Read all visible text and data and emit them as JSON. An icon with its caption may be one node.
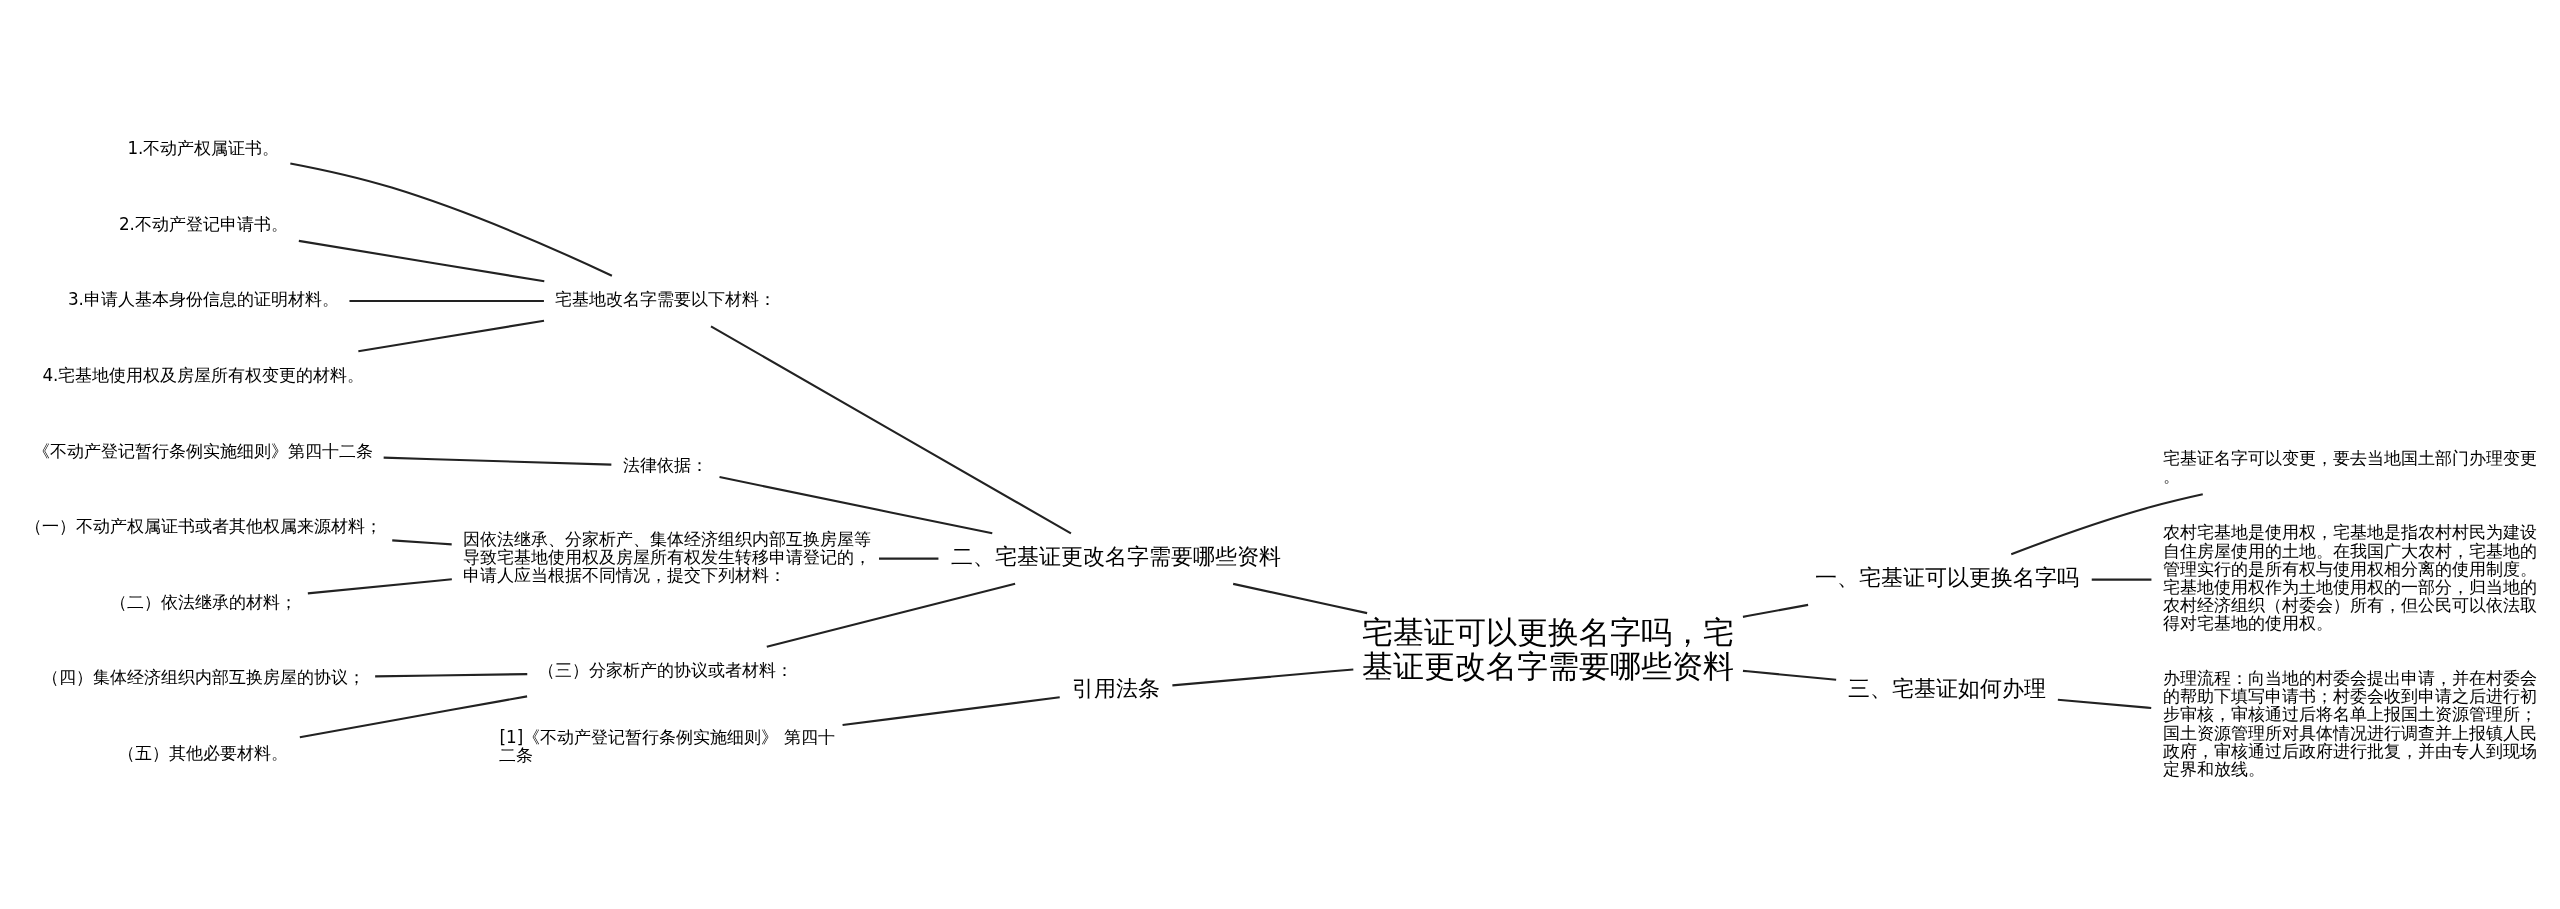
{
  "diagram": {
    "nodes": [
      {
        "text": [
          "宅基证可以更换名字吗，宅基证更改名字需要哪些资料"
        ]
      },
      {
        "text": [
          "二、宅基证更改名字需要哪些资料"
        ]
      },
      {
        "text": [
          "宅基地改名字需要以下材料："
        ]
      },
      {
        "text": [
          "1.不动产权属证书。"
        ]
      },
      {
        "text": [
          "2.不动产登记申请书。"
        ]
      },
      {
        "text": [
          "3.申请人基本身份信息的证明材料。"
        ]
      },
      {
        "text": [
          "4.宅基地使用权及房屋所有权变更的材料。"
        ]
      },
      {
        "text": [
          "法律依据："
        ]
      },
      {
        "text": [
          "《不动产登记暂行条例实施细则》第四十二条"
        ]
      },
      {
        "text": [
          "因依法继承、分家析产、集体经济组织内部互换房屋等导致宅基地使用权及房屋所有权发生转移申请登记的，申请人应当根据不同情况，提交下列材料："
        ]
      },
      {
        "text": [
          "（一）不动产权属证书或者其他权属来源材料；"
        ]
      },
      {
        "text": [
          "（二）依法继承的材料；"
        ]
      },
      {
        "text": [
          "（三）分家析产的协议或者材料："
        ]
      },
      {
        "text": [
          "（四）集体经济组织内部互换房屋的协议；"
        ]
      },
      {
        "text": [
          "（五）其他必要材料。"
        ]
      },
      {
        "text": [
          "引用法条"
        ]
      },
      {
        "text": [
          "[1]《不动产登记暂行条例实施细则》 第四十二条"
        ]
      },
      {
        "text": [
          "一、宅基证可以更换名字吗"
        ]
      },
      {
        "text": [
          "宅基证名字可以变更，要去当地国土部门办理变更。"
        ]
      },
      {
        "text": [
          "农村宅基地是使用权，宅基地是指农村村民为建设自住房屋使用的土地。在我国广大农村，宅基地的管理实行的是所有权与使用权相分离的使用制度。宅基地使用权作为土地使用权的一部分，归当地的农村经济组织（村委会）所有，但公民可以依法取得对宅基地的使用权。"
        ]
      },
      {
        "text": [
          "三、宅基证如何办理"
        ]
      },
      {
        "text": [
          "办理流程：向当地的村委会提出申请，并在村委会的帮助下填写申请书；村委会收到申请之后进行初步审核，审核通过后将名单上报国土资源管理所；国土资源管理所对具体情况进行调查并上报镇人民政府，审核通过后政府进行批复，并由专人到现场定界和放线。"
        ]
      }
    ],
    "edges": [
      {
        "from": 0,
        "to": 17,
        "arrow": "none"
      },
      {
        "from": 0,
        "to": 20,
        "arrow": "none"
      },
      {
        "from": 0,
        "to": 1,
        "arrow": "none"
      },
      {
        "from": 0,
        "to": 15,
        "arrow": "none"
      },
      {
        "from": 17,
        "to": 18,
        "arrow": "none"
      },
      {
        "from": 17,
        "to": 19,
        "arrow": "none"
      },
      {
        "from": 20,
        "to": 21,
        "arrow": "none"
      },
      {
        "from": 1,
        "to": 2,
        "arrow": "none"
      },
      {
        "from": 1,
        "to": 7,
        "arrow": "none"
      },
      {
        "from": 1,
        "to": 9,
        "arrow": "none"
      },
      {
        "from": 1,
        "to": 12,
        "arrow": "none"
      },
      {
        "from": 2,
        "to": 3,
        "arrow": "none"
      },
      {
        "from": 2,
        "to": 4,
        "arrow": "none"
      },
      {
        "from": 2,
        "to": 5,
        "arrow": "none"
      },
      {
        "from": 2,
        "to": 6,
        "arrow": "none"
      },
      {
        "from": 7,
        "to": 8,
        "arrow": "none"
      },
      {
        "from": 9,
        "to": 10,
        "arrow": "none"
      },
      {
        "from": 9,
        "to": 11,
        "arrow": "none"
      },
      {
        "from": 12,
        "to": 13,
        "arrow": "none"
      },
      {
        "from": 12,
        "to": 14,
        "arrow": "none"
      },
      {
        "from": 15,
        "to": 16,
        "arrow": "none"
      }
    ]
  }
}
